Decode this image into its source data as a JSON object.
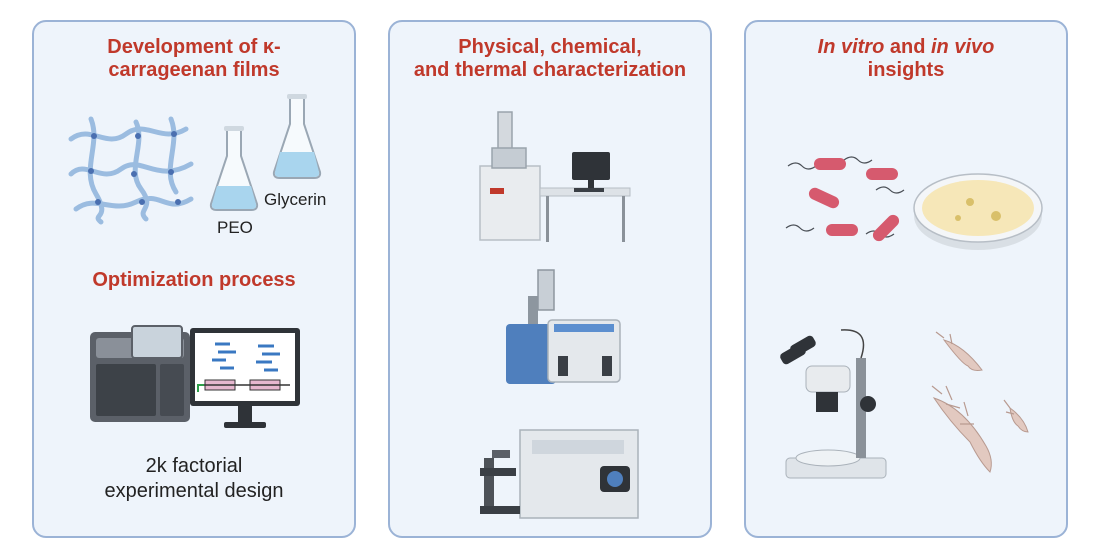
{
  "panel1": {
    "title_line1": "Development of κ-",
    "title_line2": "carrageenan films",
    "label_peo": "PEO",
    "label_glycerin": "Glycerin",
    "subtitle": "Optimization process",
    "caption_line1": "2k factorial",
    "caption_line2": "experimental design"
  },
  "panel2": {
    "title_line1": "Physical, chemical,",
    "title_line2": "and thermal characterization"
  },
  "panel3": {
    "title_italic1": "In vitro",
    "title_and": " and ",
    "title_italic2": "in vivo",
    "title_line2": "insights"
  },
  "colors": {
    "accent": "#c0392b",
    "panel_bg": "#eef4fb",
    "panel_border": "#9bb3d6"
  }
}
